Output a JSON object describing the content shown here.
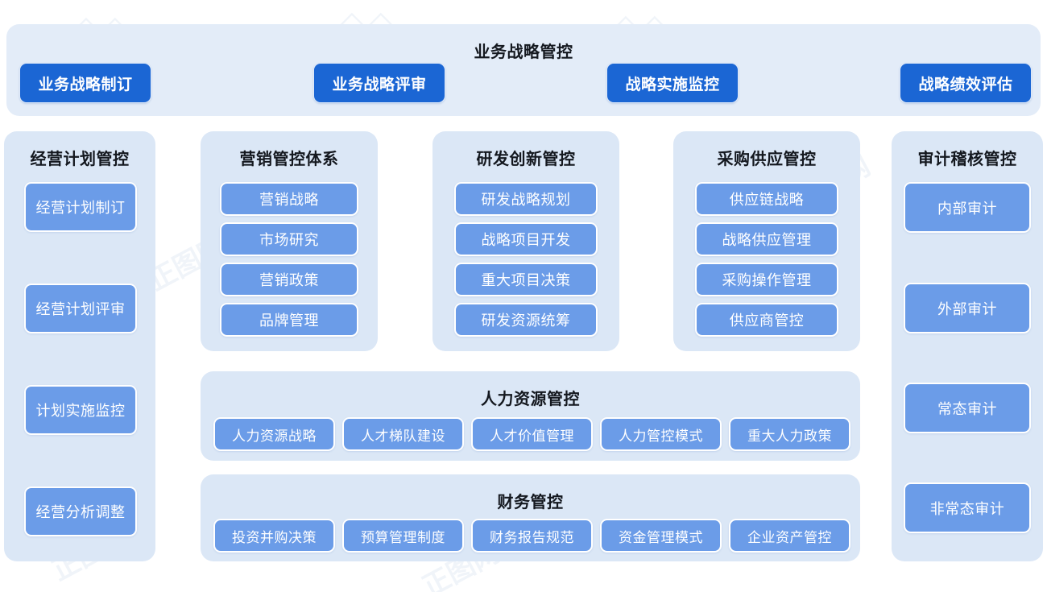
{
  "banner": {
    "title": "业务战略管控",
    "buttons": [
      "业务战略制订",
      "业务战略评审",
      "战略实施监控",
      "战略绩效评估"
    ]
  },
  "left_column": {
    "title": "经营计划管控",
    "items": [
      "经营计划制订",
      "经营计划评审",
      "计划实施监控",
      "经营分析调整"
    ]
  },
  "right_column": {
    "title": "审计稽核管控",
    "items": [
      "内部审计",
      "外部审计",
      "常态审计",
      "非常态审计"
    ]
  },
  "center_cards": [
    {
      "title": "营销管控体系",
      "items": [
        "营销战略",
        "市场研究",
        "营销政策",
        "品牌管理"
      ]
    },
    {
      "title": "研发创新管控",
      "items": [
        "研发战略规划",
        "战略项目开发",
        "重大项目决策",
        "研发资源统筹"
      ]
    },
    {
      "title": "采购供应管控",
      "items": [
        "供应链战略",
        "战略供应管理",
        "采购操作管理",
        "供应商管控"
      ]
    }
  ],
  "hr_card": {
    "title": "人力资源管控",
    "items": [
      "人力资源战略",
      "人才梯队建设",
      "人才价值管理",
      "人力管控模式",
      "重大人力政策"
    ]
  },
  "finance_card": {
    "title": "财务管控",
    "items": [
      "投资并购决策",
      "预算管理制度",
      "财务报告规范",
      "资金管理模式",
      "企业资产管控"
    ]
  },
  "colors": {
    "page_background": "#ffffff",
    "banner_background": "#e3ecf8",
    "card_background": "#dbe7f6",
    "primary_button": "#1b66d4",
    "secondary_button": "#6b9ce8",
    "title_text": "#14181f",
    "button_text": "#ffffff"
  }
}
